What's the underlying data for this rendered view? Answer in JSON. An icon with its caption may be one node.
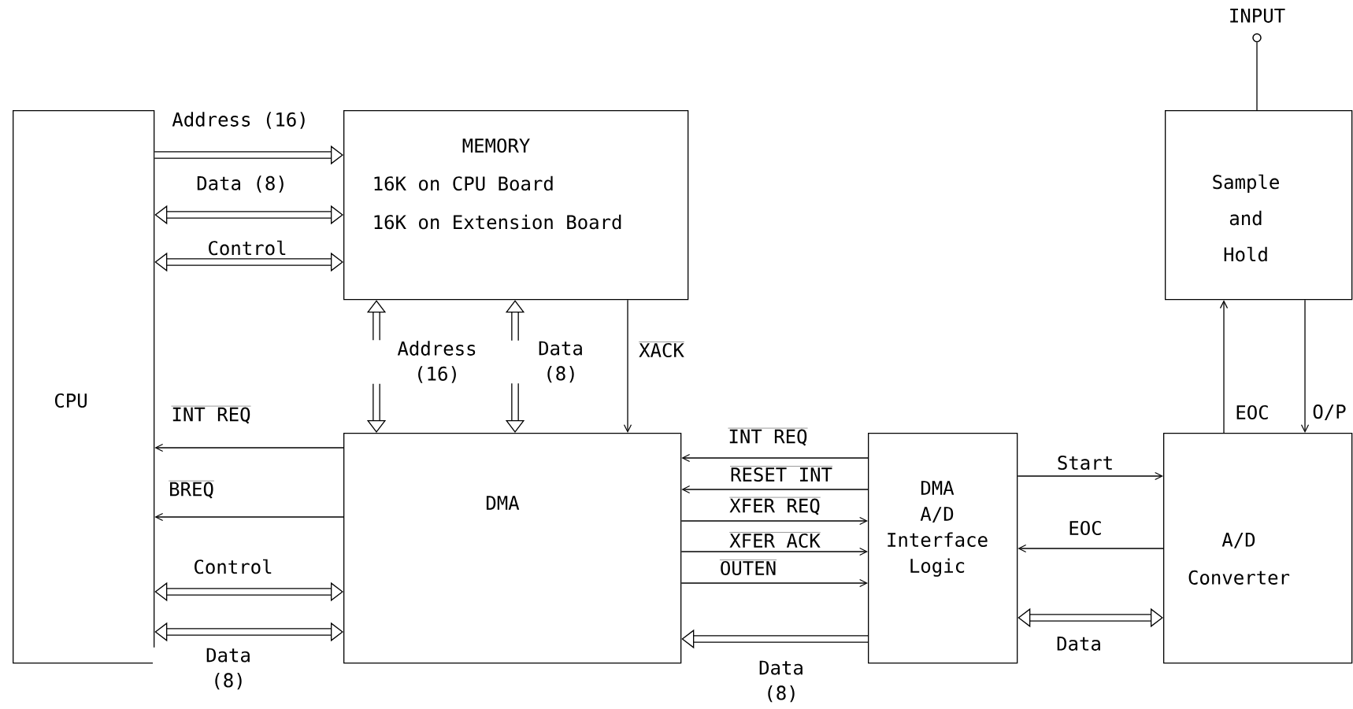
{
  "diagram": {
    "nodes": [
      {
        "text": [
          "CPU"
        ]
      },
      {
        "text": [
          "MEMORY",
          "16K on CPU Board",
          "16K on Extension Board"
        ]
      },
      {
        "text": [
          "DMA"
        ]
      },
      {
        "text": [
          "DMA A/D Interface Logic"
        ]
      },
      {
        "text": [
          "A/D Converter"
        ]
      },
      {
        "text": [
          "Sample and Hold"
        ]
      },
      {
        "text": [],
        "shape": "circle",
        "beside": [
          "INPUT"
        ]
      }
    ],
    "edges": [
      {
        "from": 0,
        "to": 1,
        "arrow": "to",
        "label": "Address (16)",
        "style": "thick"
      },
      {
        "from": 0,
        "to": 1,
        "arrow": "both",
        "label": "Data (8)",
        "style": "thick"
      },
      {
        "from": 0,
        "to": 1,
        "arrow": "both",
        "label": "Control",
        "style": "thick"
      },
      {
        "from": 1,
        "to": 2,
        "arrow": "both",
        "label": "Address (16)",
        "style": "thick"
      },
      {
        "from": 1,
        "to": 2,
        "arrow": "both",
        "label": "Data (8)",
        "style": "thick"
      },
      {
        "from": 1,
        "to": 2,
        "arrow": "to",
        "label": "XACK"
      },
      {
        "from": 2,
        "to": 0,
        "arrow": "to",
        "label": "INT REQ"
      },
      {
        "from": 2,
        "to": 0,
        "arrow": "to",
        "label": "BREQ"
      },
      {
        "from": 0,
        "to": 2,
        "arrow": "both",
        "label": "Control",
        "style": "thick"
      },
      {
        "from": 0,
        "to": 2,
        "arrow": "both",
        "label": "Data (8)",
        "style": "thick"
      },
      {
        "from": 3,
        "to": 2,
        "arrow": "to",
        "label": "INT REQ"
      },
      {
        "from": 3,
        "to": 2,
        "arrow": "to",
        "label": "RESET INT"
      },
      {
        "from": 2,
        "to": 3,
        "arrow": "to",
        "label": "XFER REQ"
      },
      {
        "from": 2,
        "to": 3,
        "arrow": "to",
        "label": "XFER ACK"
      },
      {
        "from": 2,
        "to": 3,
        "arrow": "to",
        "label": "OUTEN"
      },
      {
        "from": 3,
        "to": 2,
        "arrow": "to",
        "label": "Data (8)",
        "style": "thick"
      },
      {
        "from": 3,
        "to": 4,
        "arrow": "to",
        "label": "Start"
      },
      {
        "from": 4,
        "to": 3,
        "arrow": "to",
        "label": "EOC"
      },
      {
        "from": 3,
        "to": 4,
        "arrow": "both",
        "label": "Data",
        "style": "thick"
      },
      {
        "from": 4,
        "to": 5,
        "arrow": "to",
        "label": "EOC"
      },
      {
        "from": 5,
        "to": 4,
        "arrow": "to",
        "label": "O/P"
      },
      {
        "from": 6,
        "to": 5,
        "arrow": "none"
      }
    ]
  }
}
